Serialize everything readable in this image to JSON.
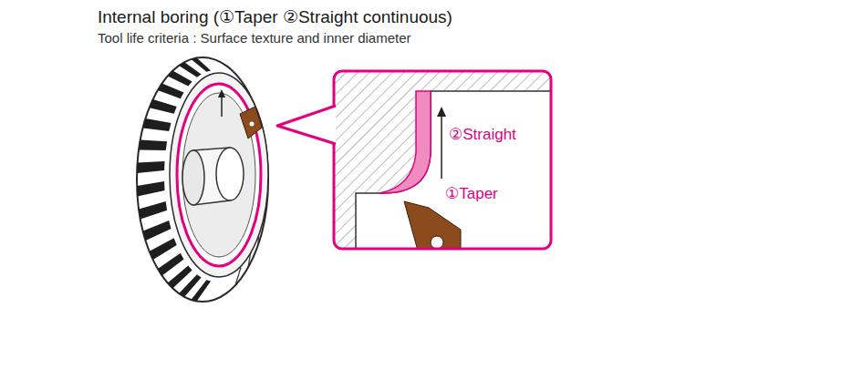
{
  "diagram": {
    "title": "Internal boring (①Taper ②Straight continuous)",
    "labels": [
      "Tool life criteria : Surface texture and inner diameter",
      "②Straight",
      "①Taper"
    ]
  }
}
